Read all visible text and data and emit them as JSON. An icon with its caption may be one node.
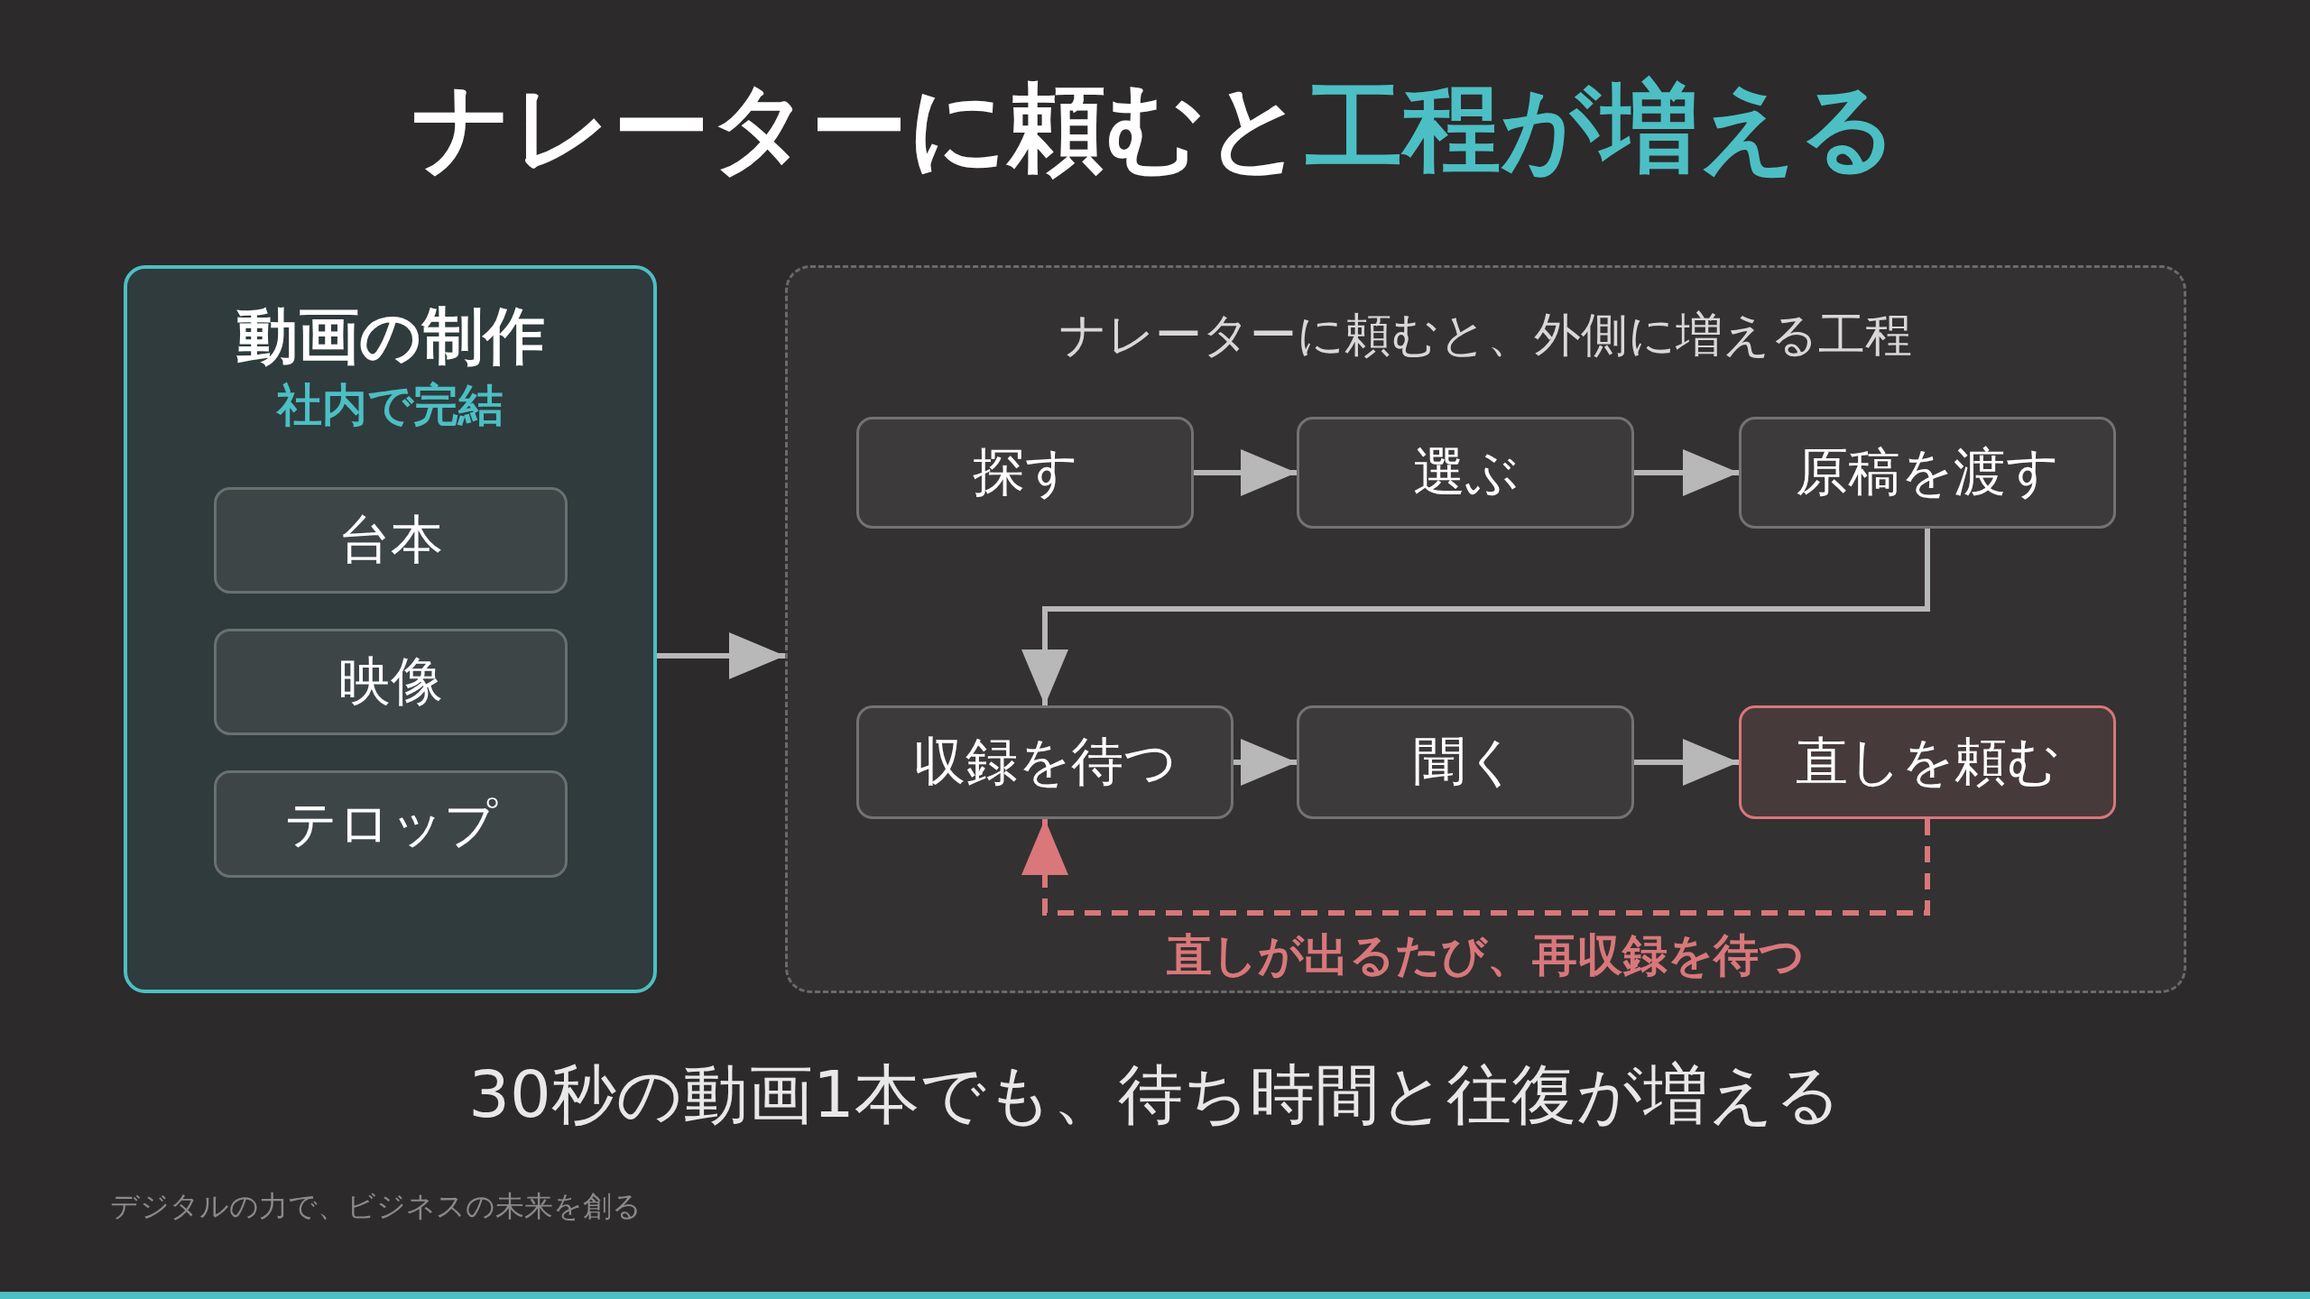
{
  "diagram": {
    "title": "ナレーターに頼むと**工程が増える**",
    "caption": "30秒の動画1本でも、待ち時間と往復が増える",
    "nodes": [
      {
        "text": [
          "動画の制作",
          "社内で完結"
        ]
      },
      {
        "text": [
          "台本"
        ],
        "in": 0
      },
      {
        "text": [
          "映像"
        ],
        "in": 0
      },
      {
        "text": [
          "テロップ"
        ],
        "in": 0
      },
      {
        "text": [
          "ナレーターに頼むと、外側に増える工程"
        ]
      },
      {
        "text": [
          "探す"
        ],
        "in": 4
      },
      {
        "text": [
          "選ぶ"
        ],
        "in": 4
      },
      {
        "text": [
          "原稿を渡す"
        ],
        "in": 4
      },
      {
        "text": [
          "収録を待つ"
        ],
        "in": 4
      },
      {
        "text": [
          "聞く"
        ],
        "in": 4
      },
      {
        "text": [
          "直しを頼む"
        ],
        "in": 4
      }
    ],
    "edges": [
      {
        "from": 0,
        "to": 4,
        "arrow": "to"
      },
      {
        "from": 5,
        "to": 6,
        "arrow": "to"
      },
      {
        "from": 6,
        "to": 7,
        "arrow": "to"
      },
      {
        "from": 7,
        "to": 8,
        "arrow": "to"
      },
      {
        "from": 8,
        "to": 9,
        "arrow": "to"
      },
      {
        "from": 9,
        "to": 10,
        "arrow": "to"
      },
      {
        "from": 10,
        "to": 8,
        "arrow": "to",
        "label": "直しが出るたび、再収録を待つ",
        "style": "dashed",
        "color": "#d9777a"
      }
    ],
    "labels": [
      "デジタルの力で、ビジネスの未来を創る"
    ]
  }
}
